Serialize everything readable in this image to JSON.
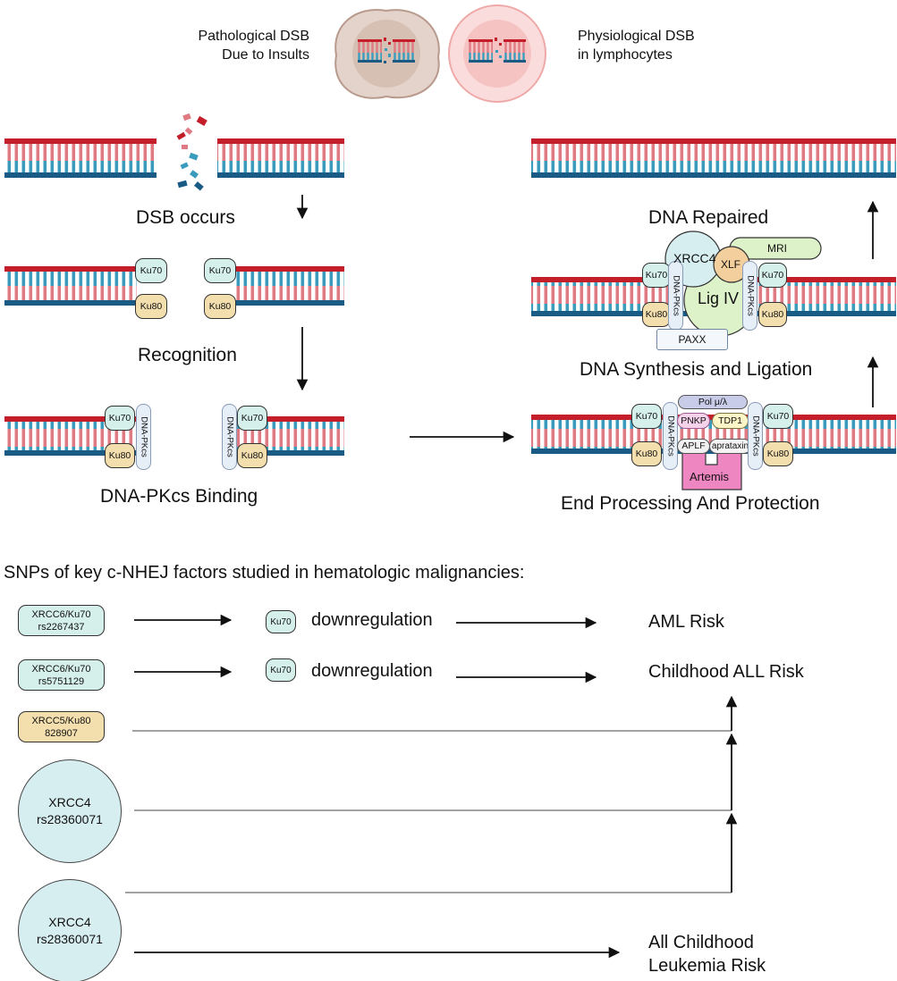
{
  "top": {
    "pathological_line1": "Pathological DSB",
    "pathological_line2": "Due to Insults",
    "physiological_line1": "Physiological DSB",
    "physiological_line2": "in lymphocytes"
  },
  "steps": {
    "dsb_occurs": "DSB occurs",
    "recognition": "Recognition",
    "dnapkcs_binding": "DNA-PKcs Binding",
    "end_processing": "End Processing And Protection",
    "synthesis_ligation": "DNA Synthesis and Ligation",
    "dna_repaired": "DNA Repaired"
  },
  "proteins": {
    "ku70": "Ku70",
    "ku80": "Ku80",
    "dnapkcs": "DNA-PKcs",
    "pol": "Pol μ/λ",
    "pnkp": "PNKP",
    "tdp1": "TDP1",
    "aplf": "APLF",
    "aprataxin": "aprataxin",
    "artemis": "Artemis",
    "xrcc4": "XRCC4",
    "xlf": "XLF",
    "mri": "MRI",
    "lig4": "Lig IV",
    "paxx": "PAXX"
  },
  "snp_section": {
    "heading": "SNPs of key c-NHEJ factors studied in hematologic malignancies:",
    "snps": [
      {
        "gene": "XRCC6/Ku70",
        "id": "rs2267437"
      },
      {
        "gene": "XRCC6/Ku70",
        "id": "rs5751129"
      },
      {
        "gene": "XRCC5/Ku80",
        "id": "828907"
      },
      {
        "gene": "XRCC4",
        "id": "rs28360071"
      },
      {
        "gene": "XRCC4",
        "id": "rs28360071"
      }
    ],
    "effect_protein": "Ku70",
    "effect_label": "downregulation",
    "outcomes": {
      "aml": "AML Risk",
      "childhood_all": "Childhood ALL Risk",
      "all_leukemia_line1": "All Childhood",
      "all_leukemia_line2": "Leukemia Risk"
    }
  },
  "colors": {
    "dna_red": "#c41e2a",
    "dna_blue": "#1a5b86",
    "ku70_fill": "#d5efea",
    "ku80_fill": "#f3dfae",
    "xrcc4_fill": "#d7eef1",
    "artemis_fill": "#ee86c2",
    "lig4_fill": "#def2c9"
  }
}
